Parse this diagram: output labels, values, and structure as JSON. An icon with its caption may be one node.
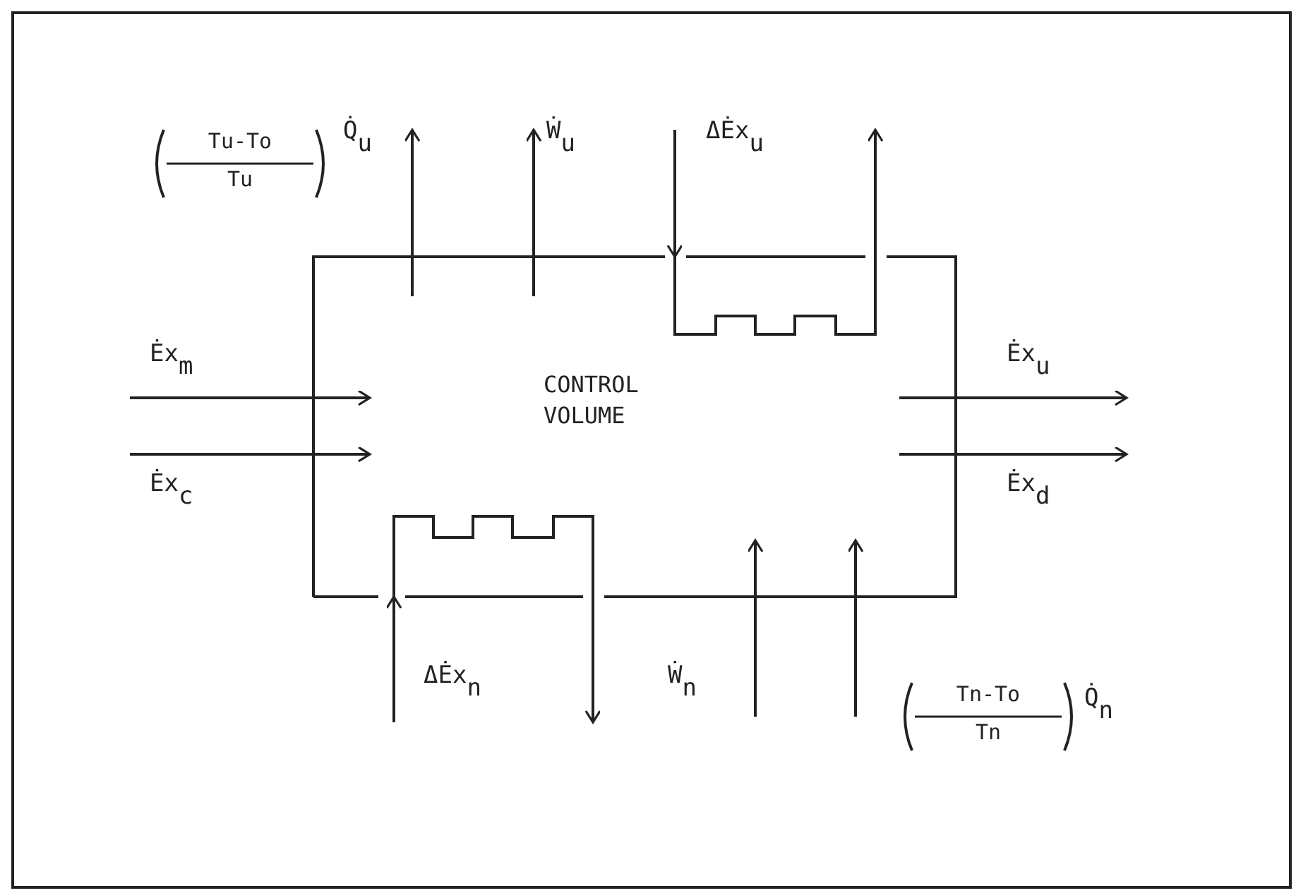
{
  "diagram": {
    "nodes": [
      {
        "text": [
          "CONTROL VOLUME"
        ]
      },
      {
        "text": [],
        "shape": "box",
        "in": 0
      },
      {
        "text": [],
        "shape": "box",
        "in": 0
      }
    ],
    "edges": [
      {
        "from": 0,
        "to": null,
        "arrow": "to",
        "label": "Q̇$_{u}$"
      },
      {
        "from": 0,
        "to": null,
        "arrow": "to",
        "label": "Ẇ$_{u}$"
      },
      {
        "from": null,
        "to": 1,
        "arrow": "to",
        "label": "ΔĖx$_{u}$"
      },
      {
        "from": 1,
        "to": null,
        "arrow": "to"
      },
      {
        "from": null,
        "to": 0,
        "arrow": "to",
        "label": "Ėx$_{m}$"
      },
      {
        "from": null,
        "to": 0,
        "arrow": "to",
        "label": "Ėx$_{c}$"
      },
      {
        "from": 0,
        "to": null,
        "arrow": "to",
        "label": "Ėx$_{u}$"
      },
      {
        "from": 0,
        "to": null,
        "arrow": "to",
        "label": "Ėx$_{d}$"
      },
      {
        "from": null,
        "to": 2,
        "arrow": "to",
        "label": "ΔĖx$_{n}$"
      },
      {
        "from": 2,
        "to": null,
        "arrow": "to"
      },
      {
        "from": null,
        "to": 0,
        "arrow": "to",
        "label": "Ẇ$_{n}$"
      },
      {
        "from": null,
        "to": 0,
        "arrow": "to"
      }
    ],
    "labels": [
      "Tu-To",
      "Tu",
      "Tn-To",
      "Tn",
      "Q̇$_{n}$"
    ]
  }
}
